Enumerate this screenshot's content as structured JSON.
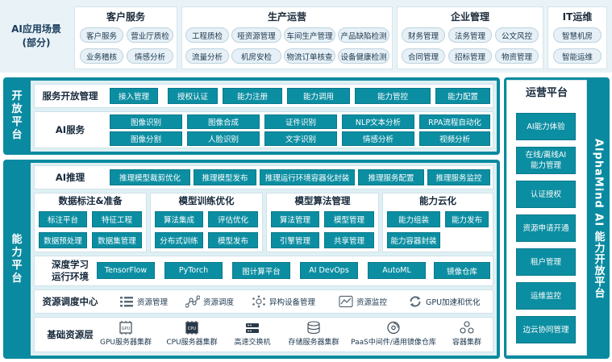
{
  "scenario": {
    "title_line1": "AI应用场景",
    "title_line2": "(部分)",
    "groups": [
      {
        "title": "客户服务",
        "items": [
          "客户服务",
          "营业厅质检",
          "业务稽核",
          "情感分析"
        ]
      },
      {
        "title": "生产运营",
        "items": [
          "工程质检",
          "哑资源管理",
          "车间生产管理",
          "产品缺陷检测",
          "流量分析",
          "机房安检",
          "物流订单核查",
          "设备健康检测"
        ]
      },
      {
        "title": "企业管理",
        "items": [
          "财务管理",
          "法务管理",
          "公文风控",
          "合同管理",
          "招标管理",
          "物资管理"
        ]
      },
      {
        "title": "IT运维",
        "items": [
          "智慧机房",
          "智能运维"
        ]
      }
    ]
  },
  "open_platform": {
    "label_chars": [
      "开",
      "放",
      "平",
      "台"
    ],
    "service_mgmt": {
      "title": "服务开放管理",
      "items": [
        "接入管理",
        "授权认证",
        "能力注册",
        "能力调用",
        "能力管控",
        "能力配置"
      ]
    },
    "ai_service": {
      "title": "AI服务",
      "items": [
        "图像识别",
        "图像合成",
        "证件识别",
        "NLP文本分析",
        "RPA流程自动化",
        "图像分割",
        "人脸识别",
        "文字识别",
        "情感分析",
        "视频分析"
      ]
    }
  },
  "capability_platform": {
    "label_chars": [
      "能",
      "力",
      "平",
      "台"
    ],
    "ai_inference": {
      "title": "AI推理",
      "items": [
        "推理模型裁剪优化",
        "推理模型发布",
        "推理运行环境容器化封装",
        "推理服务配置",
        "推理服务监控"
      ]
    },
    "data_label": {
      "title": "数据标注&准备",
      "items": [
        "标注平台",
        "特征工程",
        "数据预处理",
        "数据集管理"
      ]
    },
    "model_train": {
      "title": "模型训练优化",
      "items": [
        "算法集成",
        "评估优化",
        "分布式训练",
        "模型发布"
      ]
    },
    "model_algo": {
      "title": "模型算法管理",
      "items": [
        "算法管理",
        "模型管理",
        "引擎管理",
        "共享管理"
      ]
    },
    "cloud": {
      "title": "能力云化",
      "items": [
        "能力组装",
        "能力发布",
        "能力容器封装"
      ]
    },
    "dl_env": {
      "title_line1": "深度学习",
      "title_line2": "运行环境",
      "items": [
        "TensorFlow",
        "PyTorch",
        "图计算平台",
        "AI DevOps",
        "AutoML",
        "镜像仓库"
      ]
    },
    "resource_sched": {
      "title": "资源调度中心",
      "items": [
        {
          "label": "资源管理",
          "icon": "list-icon"
        },
        {
          "label": "资源调度",
          "icon": "nodes-icon"
        },
        {
          "label": "异构设备管理",
          "icon": "network-icon"
        },
        {
          "label": "资源监控",
          "icon": "monitor-chart-icon"
        },
        {
          "label": "GPU加速和优化",
          "icon": "refresh-icon"
        }
      ]
    },
    "basic_resource": {
      "title": "基础资源层",
      "items": [
        {
          "label": "GPU服务器集群",
          "icon": "gpu-chip-icon",
          "chip": "GPU"
        },
        {
          "label": "CPU服务器集群",
          "icon": "cpu-chip-icon",
          "chip": "CPU"
        },
        {
          "label": "高速交换机",
          "icon": "switch-icon"
        },
        {
          "label": "存储服务器集群",
          "icon": "storage-icon"
        },
        {
          "label": "PaaS中间件/通用镜像仓库",
          "icon": "disc-icon"
        },
        {
          "label": "容器集群",
          "icon": "container-icon"
        }
      ]
    }
  },
  "ops_platform": {
    "title": "运营平台",
    "items": [
      {
        "line1": "AI能力体验",
        "line2": ""
      },
      {
        "line1": "在线/离线AI",
        "line2": "能力管理"
      },
      {
        "line1": "认证授权",
        "line2": ""
      },
      {
        "line1": "资源申请开通",
        "line2": ""
      },
      {
        "line1": "租户管理",
        "line2": ""
      },
      {
        "line1": "运维监控",
        "line2": ""
      },
      {
        "line1": "边云协同管理",
        "line2": ""
      }
    ]
  },
  "brand": "AlphaMind AI 能力开放平台",
  "colors": {
    "teal": "#0a8aa0",
    "light_teal_bg": "#dff0f4",
    "scenario_bg": "#e9f3f7"
  }
}
